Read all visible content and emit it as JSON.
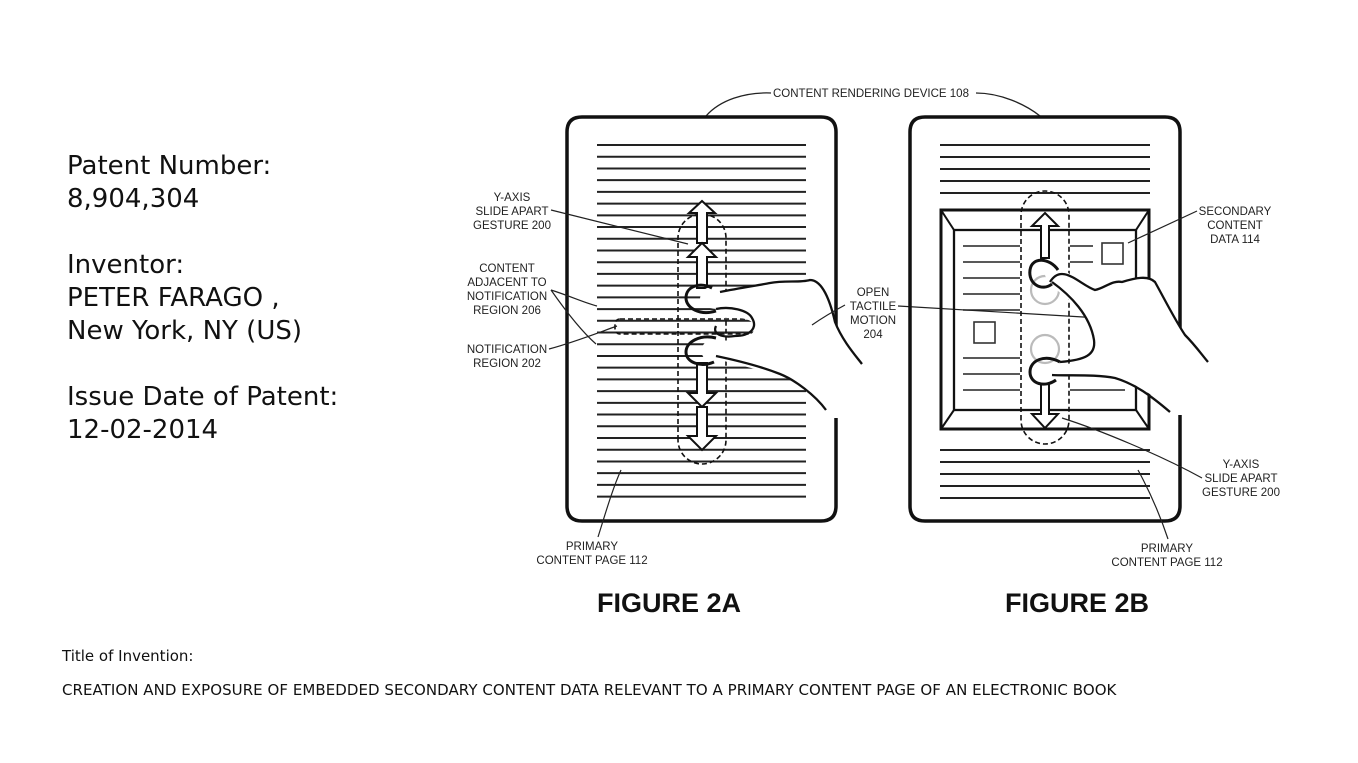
{
  "patent": {
    "number_label": "Patent Number:",
    "number": "8,904,304",
    "inventor_label": "Inventor:",
    "inventor_name": "PETER FARAGO ,",
    "inventor_location": "New York, NY (US)",
    "issue_date_label": "Issue Date of Patent:",
    "issue_date": "12-02-2014",
    "title_label": "Title of Invention:",
    "title": "CREATION AND EXPOSURE OF EMBEDDED SECONDARY CONTENT DATA RELEVANT TO A PRIMARY CONTENT PAGE OF AN ELECTRONIC BOOK"
  },
  "drawing": {
    "device_label": "CONTENT RENDERING DEVICE 108",
    "figure_2a": {
      "caption": "FIGURE 2A",
      "labels": {
        "gesture": [
          "Y-AXIS",
          "SLIDE APART",
          "GESTURE 200"
        ],
        "adjacent": [
          "CONTENT",
          "ADJACENT TO",
          "NOTIFICATION",
          "REGION 206"
        ],
        "notification": [
          "NOTIFICATION",
          "REGION 202"
        ],
        "primary": [
          "PRIMARY",
          "CONTENT PAGE 112"
        ],
        "motion": [
          "OPEN",
          "TACTILE",
          "MOTION",
          "204"
        ]
      }
    },
    "figure_2b": {
      "caption": "FIGURE 2B",
      "labels": {
        "secondary": [
          "SECONDARY",
          "CONTENT",
          "DATA 114"
        ],
        "gesture": [
          "Y-AXIS",
          "SLIDE APART",
          "GESTURE 200"
        ],
        "primary": [
          "PRIMARY",
          "CONTENT PAGE 112"
        ]
      }
    }
  }
}
